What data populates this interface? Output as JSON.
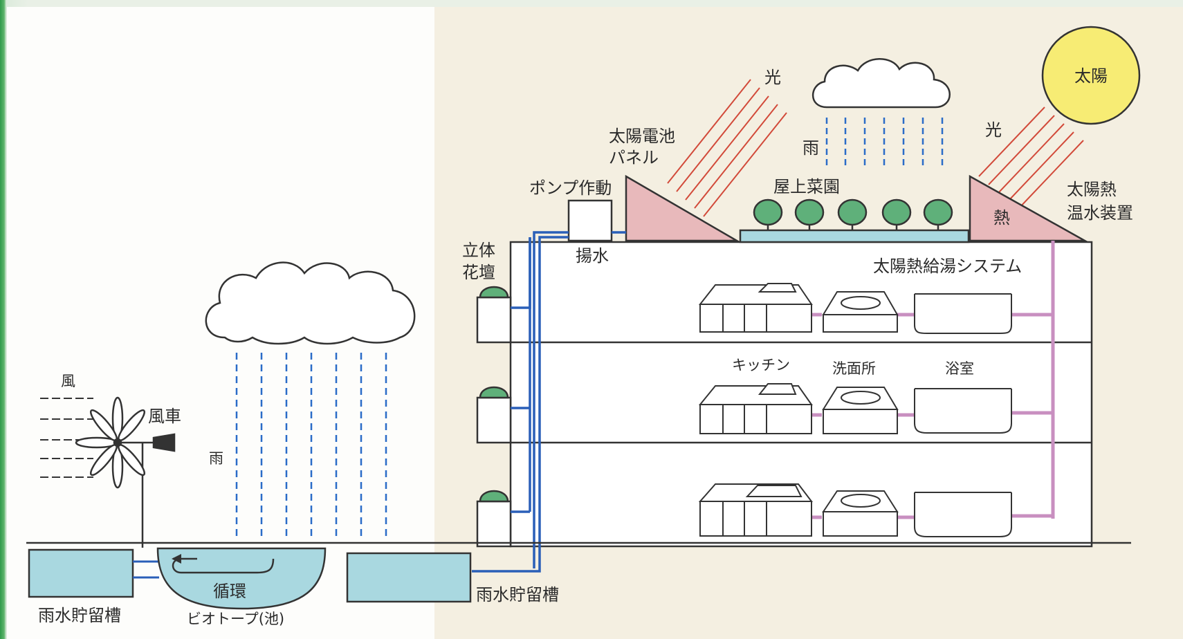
{
  "labels": {
    "wind": "風",
    "windmill": "風車",
    "rain_left": "雨",
    "rain_tank_left": "雨水貯留槽",
    "circulation": "循環",
    "biotope": "ビオトープ(池)",
    "rain_tank_right": "雨水貯留槽",
    "vertical_planter_1": "立体",
    "vertical_planter_2": "花壇",
    "pump": "ポンプ作動",
    "pumping": "揚水",
    "solar_panel_1": "太陽電池",
    "solar_panel_2": "パネル",
    "light_left": "光",
    "rain_top": "雨",
    "rooftop_garden": "屋上菜園",
    "light_right": "光",
    "sun": "太陽",
    "heat": "熱",
    "solar_heater_1": "太陽熱",
    "solar_heater_2": "温水装置",
    "hot_water_system": "太陽熱給湯システム",
    "kitchen": "キッチン",
    "washroom": "洗面所",
    "bathroom": "浴室"
  },
  "colors": {
    "water": "#a9d8e0",
    "pipe_blue": "#2a5fb8",
    "pipe_pink": "#c88fc0",
    "solar": "#e8b9bb",
    "sun": "#f7ec74",
    "tree": "#5fb07a",
    "light_ray": "#d24a3a",
    "rain": "#2a6cc8",
    "paper": "#f4efe1"
  }
}
